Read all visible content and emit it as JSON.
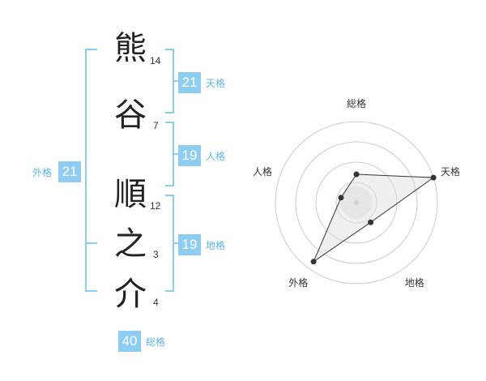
{
  "name": {
    "chars": [
      {
        "char": "熊",
        "strokes": "14"
      },
      {
        "char": "谷",
        "strokes": "7"
      },
      {
        "char": "順",
        "strokes": "12"
      },
      {
        "char": "之",
        "strokes": "3"
      },
      {
        "char": "介",
        "strokes": "4"
      }
    ]
  },
  "kaku": {
    "tenkaku": {
      "value": "21",
      "label": "天格"
    },
    "jinkaku": {
      "value": "19",
      "label": "人格"
    },
    "chikaku": {
      "value": "19",
      "label": "地格"
    },
    "gaikaku": {
      "value": "21",
      "label": "外格"
    },
    "soukaku": {
      "value": "40",
      "label": "総格"
    }
  },
  "colors": {
    "accent": "#8ecdf2",
    "label_text": "#5fb3e3",
    "radar_fill": "#eeeeee"
  },
  "chart_data": {
    "type": "radar",
    "axes": [
      "総格",
      "天格",
      "地格",
      "外格",
      "人格"
    ],
    "values": [
      0.35,
      1.0,
      0.3,
      0.9,
      0.2
    ],
    "rings": 4,
    "grid": true
  }
}
